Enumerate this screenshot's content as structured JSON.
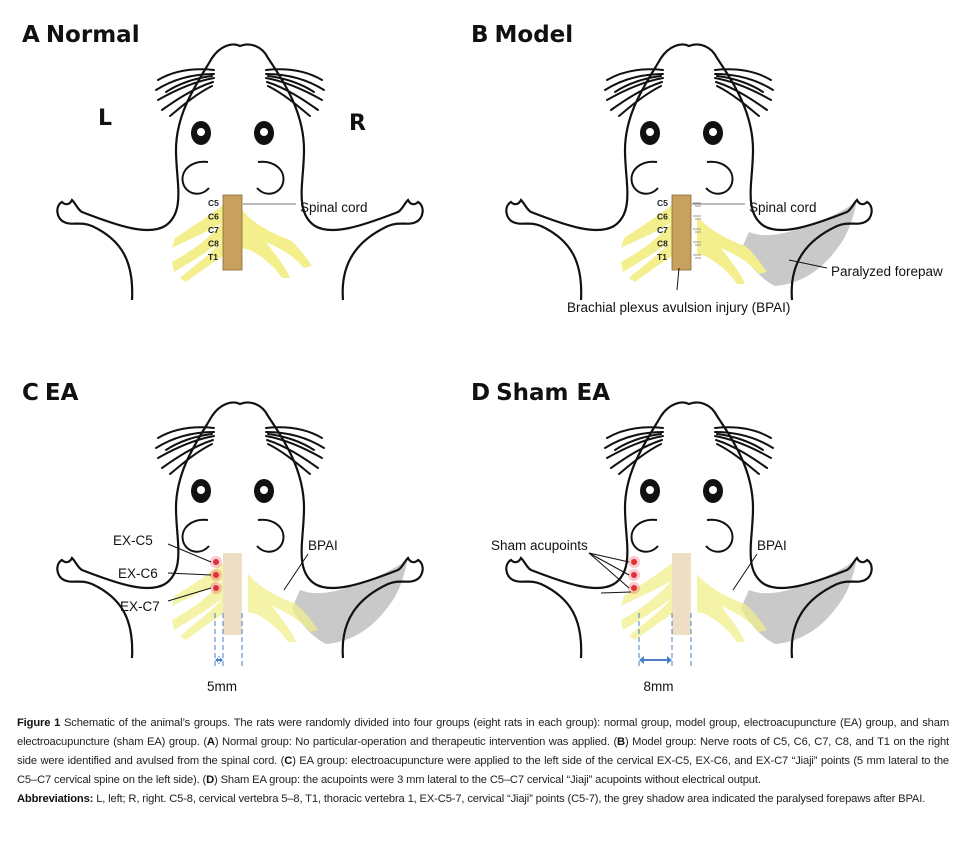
{
  "panels": [
    {
      "id": "A",
      "letter": "A",
      "title": "Normal",
      "left_label": "L",
      "right_label": "R",
      "spinal_label": "Spinal cord",
      "vertebrae": [
        "C5",
        "C6",
        "C7",
        "C8",
        "T1"
      ]
    },
    {
      "id": "B",
      "letter": "B",
      "title": "Model",
      "spinal_label": "Spinal cord",
      "vertebrae": [
        "C5",
        "C6",
        "C7",
        "C8",
        "T1"
      ],
      "paralyzed_label": "Paralyzed forepaw",
      "injury_label": "Brachial plexus avulsion injury (BPAI)"
    },
    {
      "id": "C",
      "letter": "C",
      "title": "EA",
      "points": [
        "EX-C5",
        "EX-C6",
        "EX-C7"
      ],
      "injury_label": "BPAI",
      "distance": "5mm"
    },
    {
      "id": "D",
      "letter": "D",
      "title": "Sham EA",
      "points_label": "Sham acupoints",
      "injury_label": "BPAI",
      "distance": "8mm"
    }
  ],
  "colors": {
    "nerve": "#f2ef8c",
    "spine": "#c9a15f",
    "spine_faded": "#eedfc4",
    "paralyzed": "#c9c9c9",
    "acupoint": "#e0303a",
    "measure": "#4a7fc8"
  },
  "caption": {
    "figure_label": "Figure 1",
    "intro": " Schematic of the animal’s groups. The rats were randomly divided into four groups (eight rats in each group): normal group, model group, electroacupuncture (EA) group, and sham electroacupuncture (sham EA) group. (",
    "a": "A",
    "a_text": ") Normal group: No particular-operation and therapeutic intervention was applied. (",
    "b": "B",
    "b_text": ") Model group: Nerve roots of C5, C6, C7, C8, and T1 on the right side were identified and avulsed from the spinal cord. (",
    "c": "C",
    "c_text": ") EA group: electroacupuncture were applied to the left side of the cervical EX-C5, EX-C6, and EX-C7 “Jiaji” points (5 mm lateral to the C5–C7 cervical spine on the left side). (",
    "d": "D",
    "d_text": ") Sham EA group: the acupoints were 3 mm lateral to the C5–C7 cervical “Jiaji” acupoints without electrical output.",
    "abbr_label": "Abbreviations:",
    "abbr_text": " L, left; R, right. C5-8, cervical vertebra 5–8, T1, thoracic vertebra 1, EX-C5-7, cervical “Jiaji” points (C5-7), the grey shadow area indicated the paralysed forepaws after BPAI."
  }
}
